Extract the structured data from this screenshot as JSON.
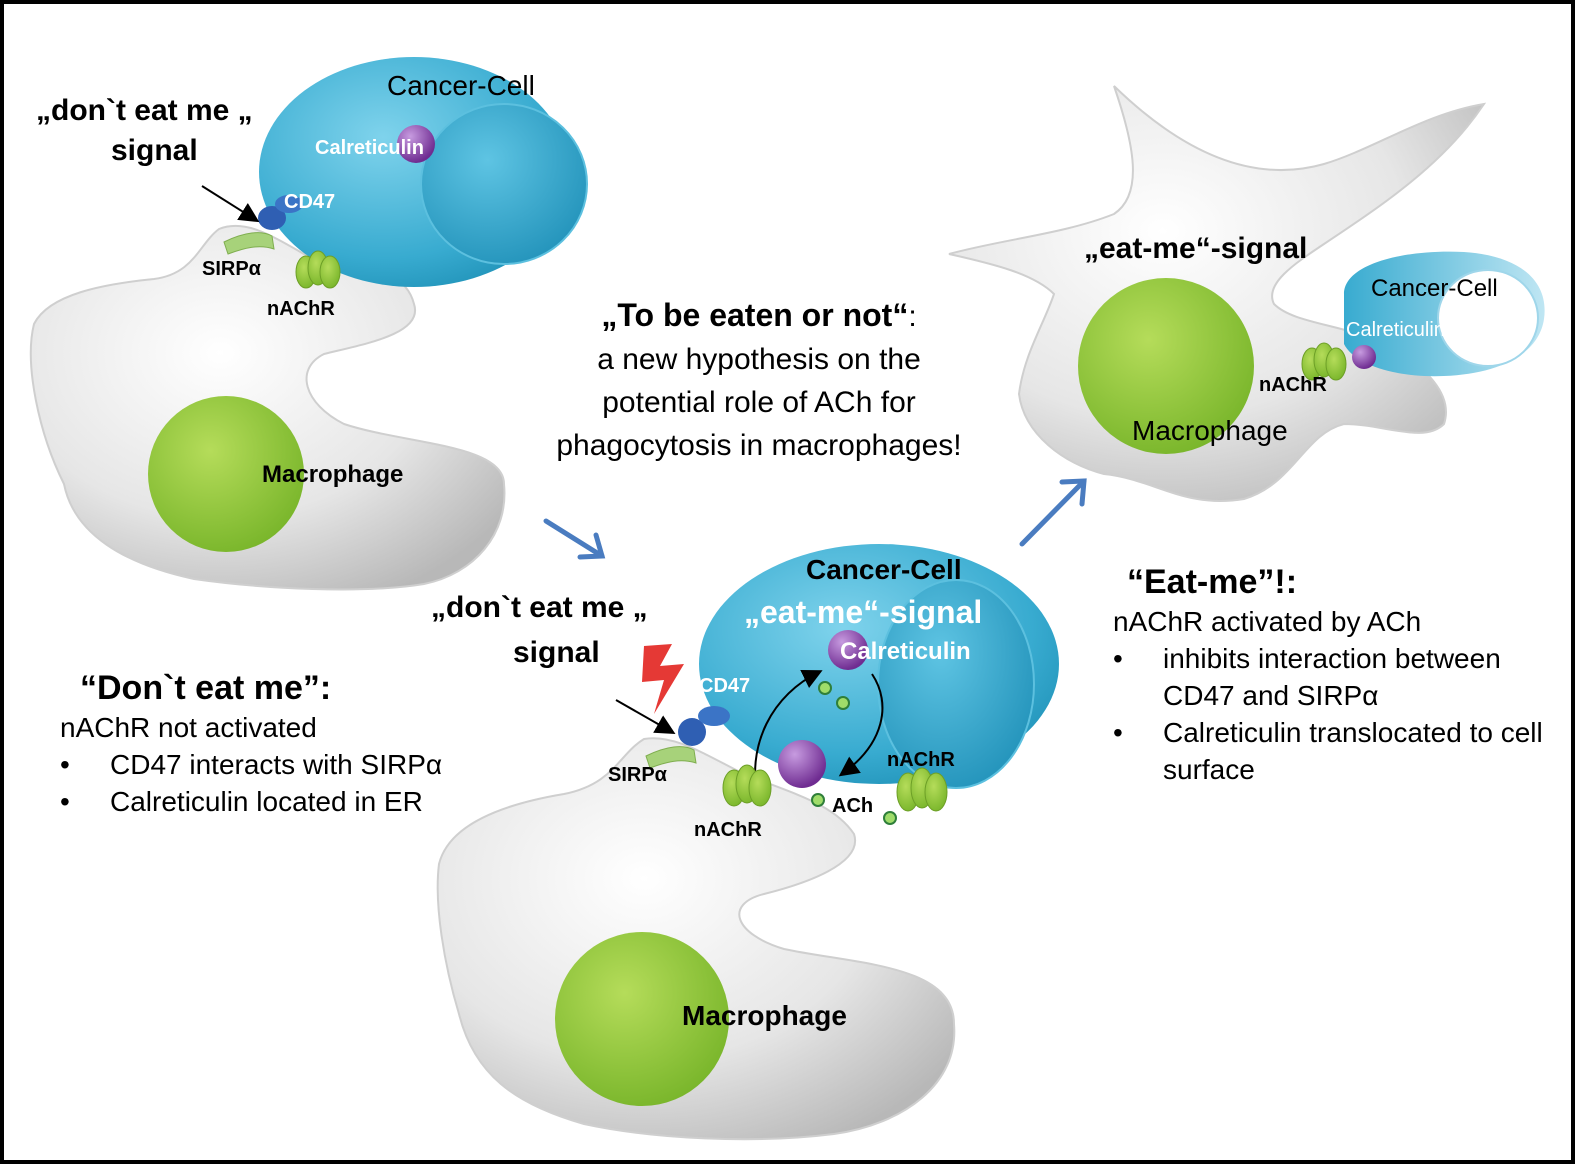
{
  "panel_top_left": {
    "signal_line1": "„don`t eat me „",
    "signal_line2": "signal",
    "cancer_cell": "Cancer-Cell",
    "calreticulin": "Calreticulin",
    "cd47": "CD47",
    "sirpa": "SIRPα",
    "nachr": "nAChR",
    "macrophage": "Macrophage"
  },
  "center_note": {
    "title": "„To be eaten or not“",
    "colon": ":",
    "line1": "a new hypothesis on the",
    "line2": "potential role of ACh for",
    "line3": "phagocytosis in macrophages!"
  },
  "panel_right": {
    "signal": "„eat-me“-signal",
    "cancer_cell": "Cancer-Cell",
    "calreticulin": "Calreticulin",
    "nachr": "nAChR",
    "macrophage": "Macrophage"
  },
  "panel_bottom": {
    "cancer_cell": "Cancer-Cell",
    "eat_me_signal": "„eat-me“-signal",
    "calreticulin": "Calreticulin",
    "signal_line1": "„don`t eat me „",
    "signal_line2": "signal",
    "cd47": "CD47",
    "sirpa": "SIRPα",
    "nachr_left": "nAChR",
    "nachr_right": "nAChR",
    "ach": "ACh",
    "macrophage": "Macrophage"
  },
  "dont_eat_me_block": {
    "title": "“Don`t eat me”:",
    "subtitle": "nAChR not activated",
    "bullets": [
      "CD47 interacts with SIRPα",
      "Calreticulin located in ER"
    ]
  },
  "eat_me_block": {
    "title": "“Eat-me”!:",
    "subtitle": "nAChR activated by ACh",
    "bullets": [
      "inhibits interaction between CD47 and SIRPα",
      "Calreticulin translocated to cell surface"
    ]
  },
  "colors": {
    "cancer_cell": "#3fb1d4",
    "nucleus_green": "#8cc63f",
    "macrophage_gray": "#dcdcdc",
    "calreticulin_purple": "#8e44ad",
    "cd47_blue": "#2f5fb3",
    "arrow_blue": "#4a7cc0",
    "lightning_red": "#e53935"
  }
}
